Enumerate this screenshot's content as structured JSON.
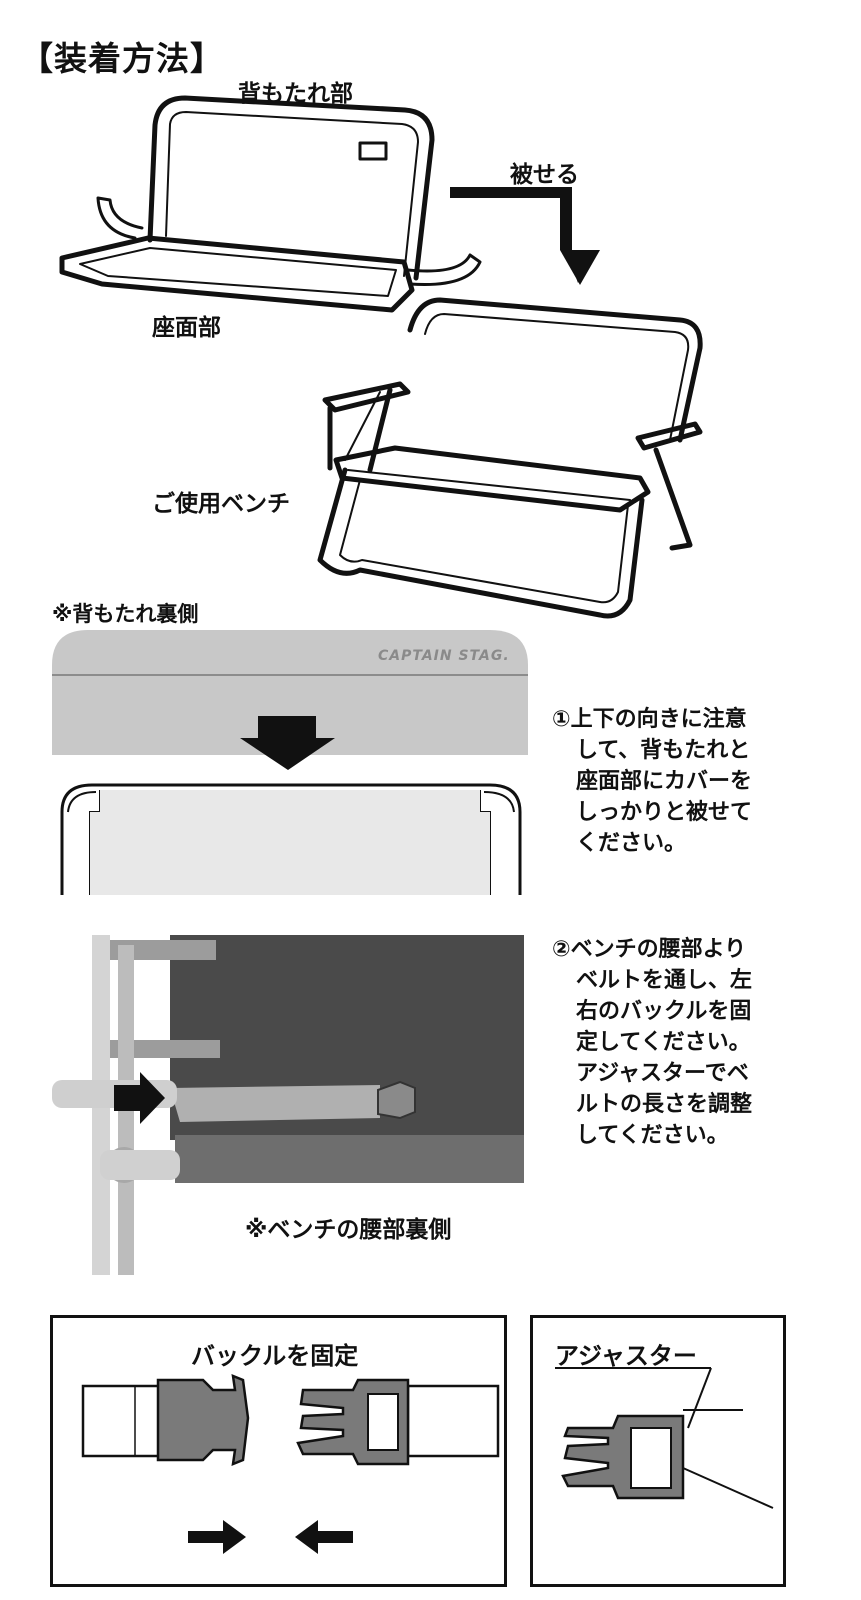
{
  "title": "【装着方法】",
  "diagram1": {
    "backrest_label": "背もたれ部",
    "cover_label": "被せる",
    "seat_label": "座面部",
    "bench_label": "ご使用ベンチ"
  },
  "diagram2": {
    "caption": "※背もたれ裏側",
    "brand": "CAPTAIN STAG.",
    "step1_lines": [
      "①上下の向きに注意",
      "して、背もたれと",
      "座面部にカバーを",
      "しっかりと被せて",
      "ください。"
    ]
  },
  "diagram3": {
    "step2_lines": [
      "②ベンチの腰部より",
      "ベルトを通し、左",
      "右のバックルを固",
      "定してください。",
      "アジャスターでベ",
      "ルトの長さを調整",
      "してください。"
    ],
    "photo_caption": "※ベンチの腰部裏側"
  },
  "detail_boxes": {
    "buckle_title": "バックルを固定",
    "adjuster_title": "アジャスター"
  },
  "colors": {
    "ink": "#111111",
    "panel_gray": "#c8c8c8",
    "fabric_dark": "#4a4a4a",
    "buckle_gray": "#7a7a7a"
  }
}
